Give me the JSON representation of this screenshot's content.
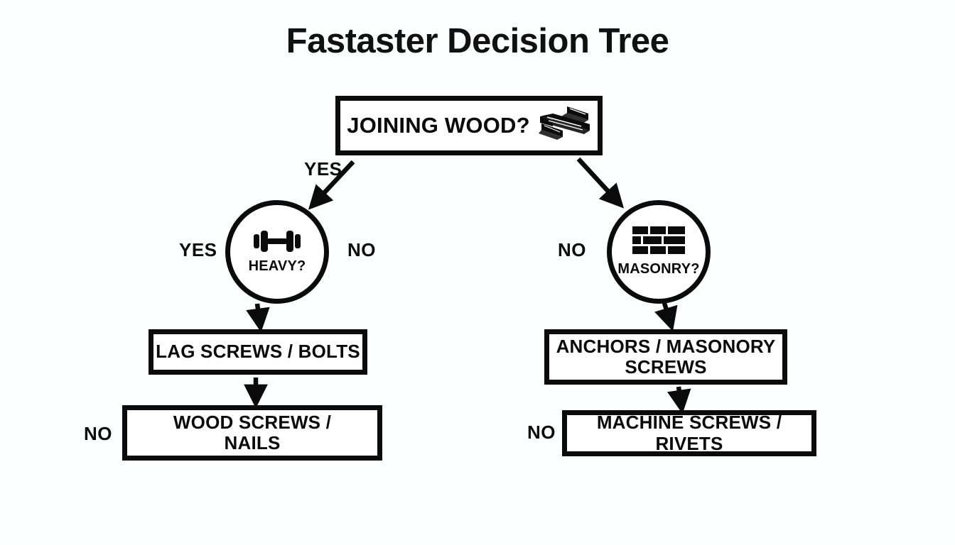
{
  "page": {
    "title": "Fastaster Decision Tree",
    "background_color": "#fdfeff",
    "ink_color": "#0b0b0b"
  },
  "nodes": {
    "root": {
      "label": "JOINING WOOD?",
      "shape": "rectangle",
      "icon": "wood-planks-icon"
    },
    "heavy": {
      "label": "HEAVY?",
      "shape": "circle",
      "icon": "dumbbell-icon"
    },
    "masonry": {
      "label": "MASONRY?",
      "shape": "circle",
      "icon": "brick-wall-icon"
    },
    "lag_screws": {
      "label": "LAG SCREWS / BOLTS",
      "shape": "rectangle"
    },
    "wood_screws": {
      "label": "WOOD SCREWS /\nNAILS",
      "shape": "rectangle"
    },
    "anchors": {
      "label": "ANCHORS / MASONORY\nSCREWS",
      "shape": "rectangle"
    },
    "machine_screws": {
      "label": "MACHINE SCREWS / RIVETS",
      "shape": "rectangle"
    }
  },
  "edge_labels": {
    "root_to_heavy": "YES",
    "heavy_yes": "YES",
    "heavy_no": "NO",
    "masonry_no": "NO",
    "wood_screws_no": "NO",
    "machine_screws_no": "NO"
  }
}
